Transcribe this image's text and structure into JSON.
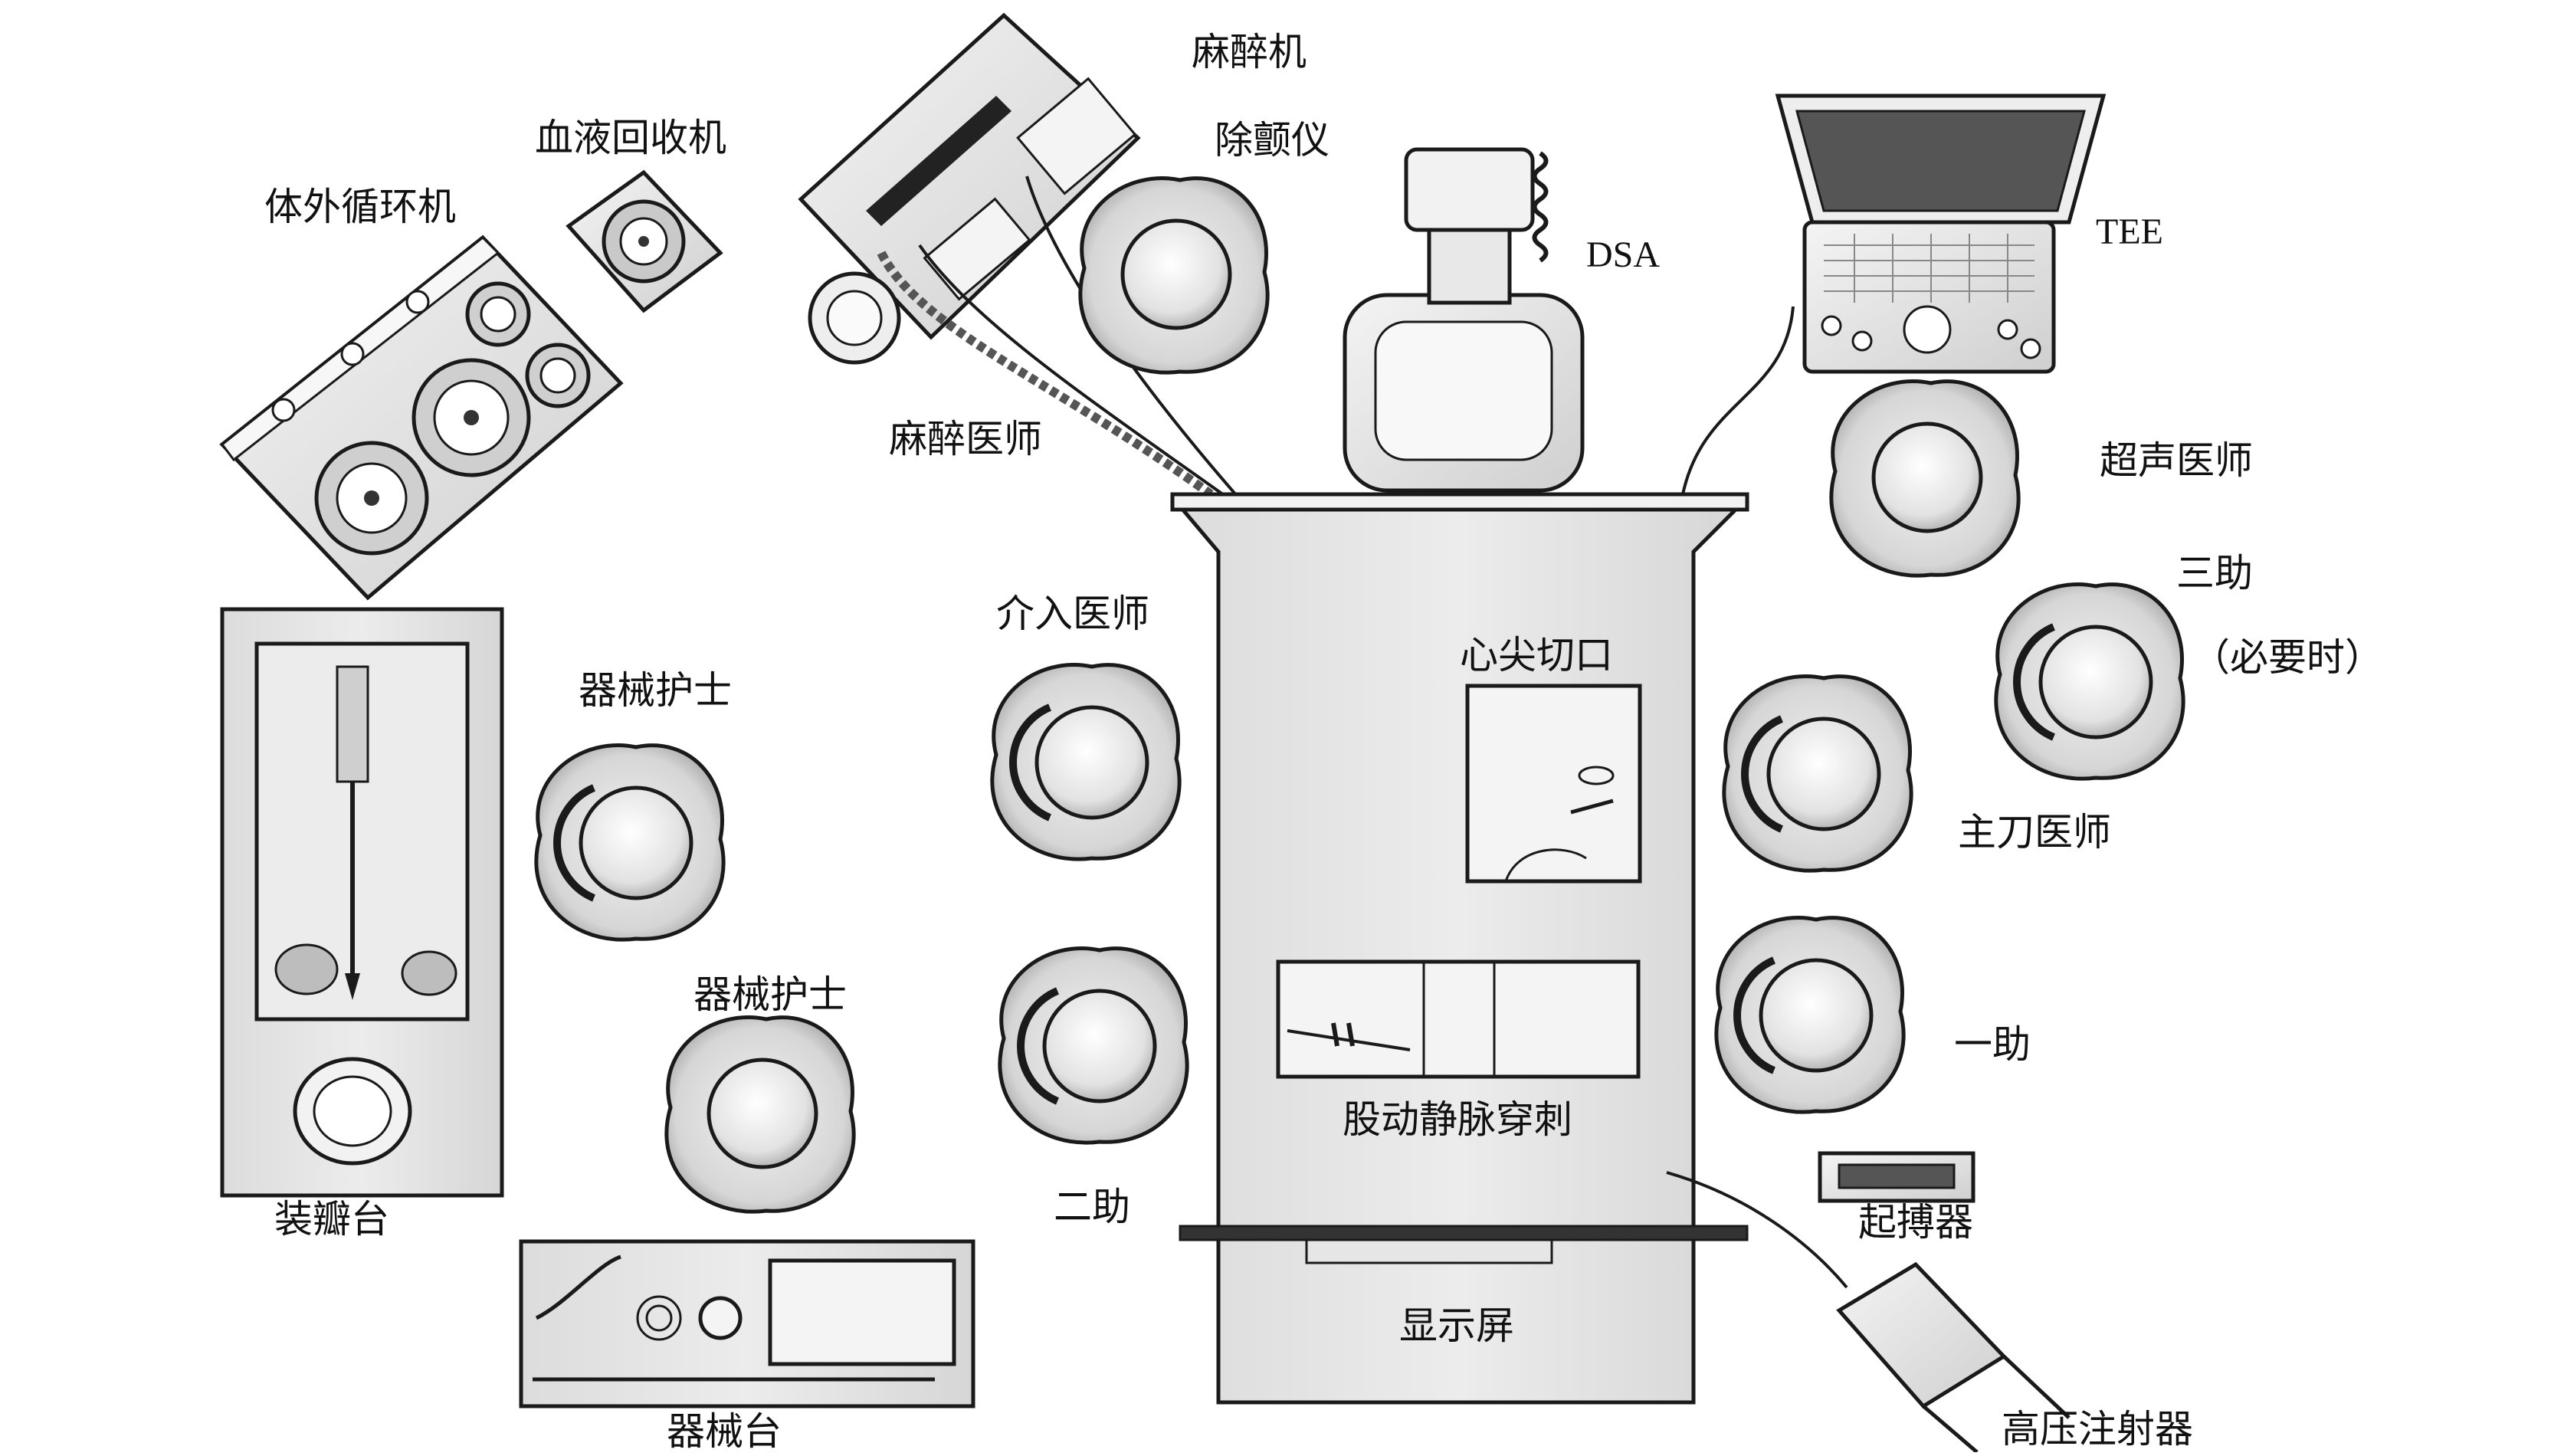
{
  "labels": {
    "anesthesia_machine": "麻醉机",
    "blood_recovery": "血液回收机",
    "cpb_machine": "体外循环机",
    "defibrillator": "除颤仪",
    "dsa": "DSA",
    "tee": "TEE",
    "anesthesiologist": "麻醉医师",
    "ultrasound_doctor": "超声医师",
    "third_assistant": "三助",
    "when_necessary": "（必要时）",
    "interventional_doctor": "介入医师",
    "scrub_nurse_1": "器械护士",
    "scrub_nurse_2": "器械护士",
    "apical_incision": "心尖切口",
    "chief_surgeon": "主刀医师",
    "first_assistant": "一助",
    "femoral_puncture": "股动静脉穿刺",
    "second_assistant": "二助",
    "valve_loading_table": "装瓣台",
    "pacemaker": "起搏器",
    "display_screen": "显示屏",
    "instrument_table": "器械台",
    "power_injector": "高压注射器"
  },
  "icons": {
    "person": "person-icon",
    "machine": "machine-icon"
  },
  "colors": {
    "ink": "#1a1a1a",
    "body_fill": "#e4e4e4",
    "shadow": "#b8b8b8",
    "screen": "#555555"
  }
}
